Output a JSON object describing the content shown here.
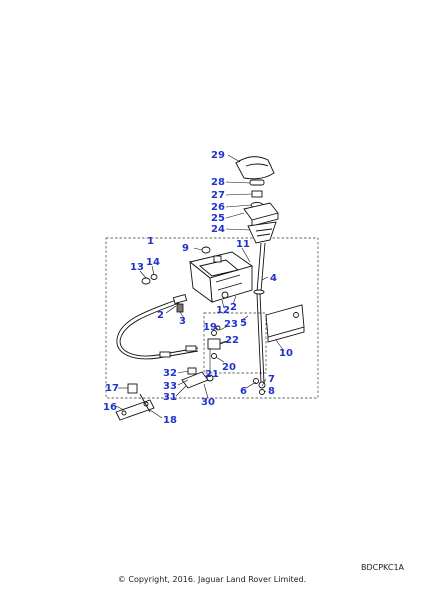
{
  "callouts": {
    "c1": "1",
    "c2a": "2",
    "c2b": "2",
    "c3": "3",
    "c4": "4",
    "c5": "5",
    "c6": "6",
    "c7": "7",
    "c8": "8",
    "c9": "9",
    "c10": "10",
    "c11": "11",
    "c12": "12",
    "c13": "13",
    "c14": "14",
    "c17": "17",
    "c16": "16",
    "c18": "18",
    "c19": "19",
    "c20": "20",
    "c21": "21",
    "c22": "22",
    "c23": "23",
    "c24": "24",
    "c25": "25",
    "c26": "26",
    "c27": "27",
    "c28": "28",
    "c29": "29",
    "c30": "30",
    "c31": "31",
    "c32": "32",
    "c33": "33"
  },
  "diagram_code": "BDCPKC1A",
  "copyright": "© Copyright, 2016. Jaguar Land Rover Limited.",
  "colors": {
    "callout": "#2233cc",
    "line": "#111111"
  }
}
